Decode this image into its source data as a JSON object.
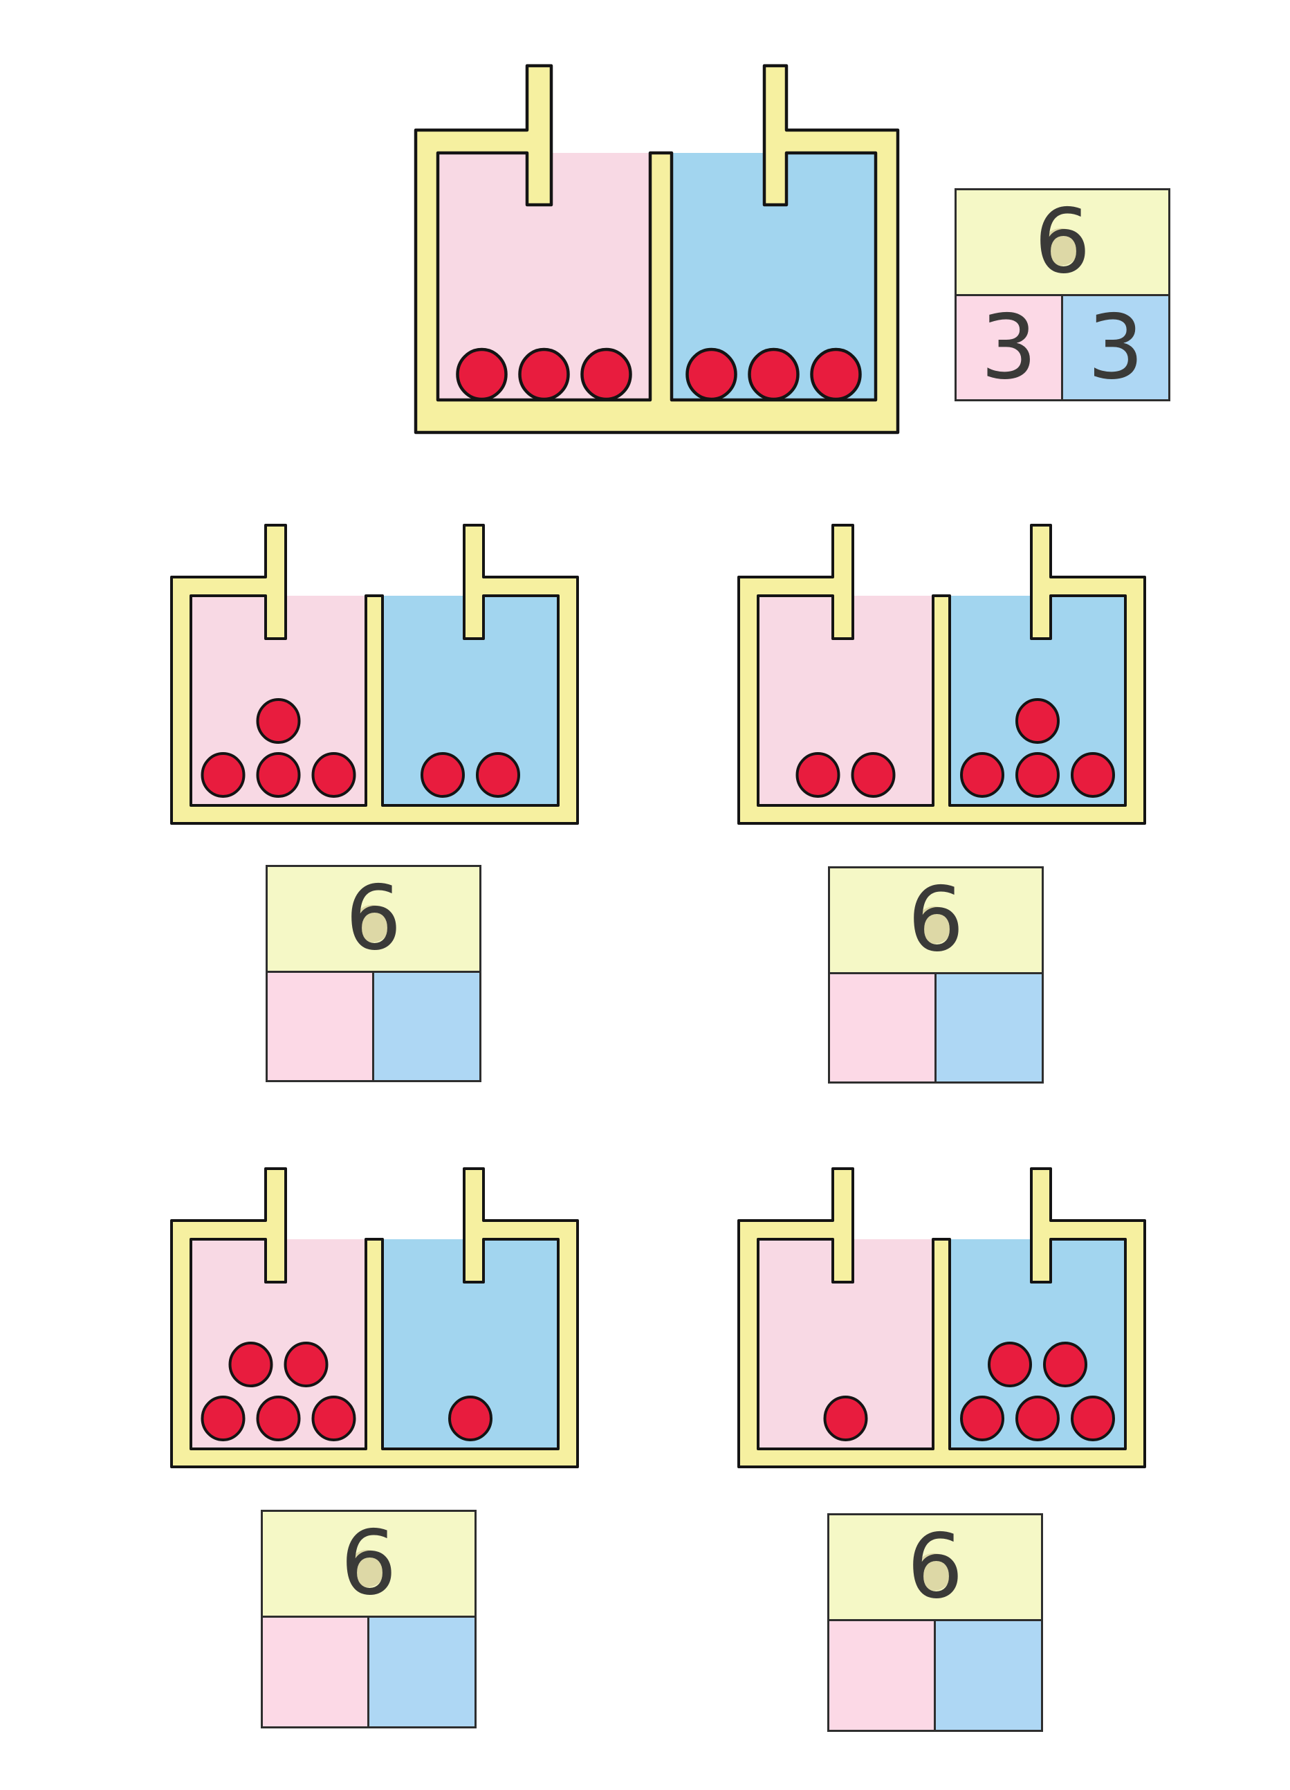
{
  "worksheet": {
    "topic": "number bonds to 6",
    "whole_number": "6"
  },
  "colors": {
    "frame_yellow": "#f6f0a0",
    "compartment_pink": "#f8d9e4",
    "compartment_blue": "#a2d5ef",
    "card_yellow": "#f5f8c6",
    "card_pink": "#fcd9e6",
    "card_blue": "#aed7f4",
    "counter_red": "#e81c3e",
    "outline": "#141414",
    "card_border": "#2e2e2e",
    "digit": "#3a3a38",
    "six_bowl_fill": "#ddd8a6"
  },
  "containers": [
    {
      "id": "example",
      "pink_counters": 3,
      "blue_counters": 3
    },
    {
      "id": "problem-1",
      "pink_counters": 4,
      "blue_counters": 2
    },
    {
      "id": "problem-2",
      "pink_counters": 2,
      "blue_counters": 4
    },
    {
      "id": "problem-3",
      "pink_counters": 5,
      "blue_counters": 1
    },
    {
      "id": "problem-4",
      "pink_counters": 1,
      "blue_counters": 5
    }
  ],
  "cards": [
    {
      "id": "example",
      "whole": "6",
      "pink_part": "3",
      "blue_part": "3"
    },
    {
      "id": "problem-1",
      "whole": "6",
      "pink_part": "",
      "blue_part": ""
    },
    {
      "id": "problem-2",
      "whole": "6",
      "pink_part": "",
      "blue_part": ""
    },
    {
      "id": "problem-3",
      "whole": "6",
      "pink_part": "",
      "blue_part": ""
    },
    {
      "id": "problem-4",
      "whole": "6",
      "pink_part": "",
      "blue_part": ""
    }
  ]
}
